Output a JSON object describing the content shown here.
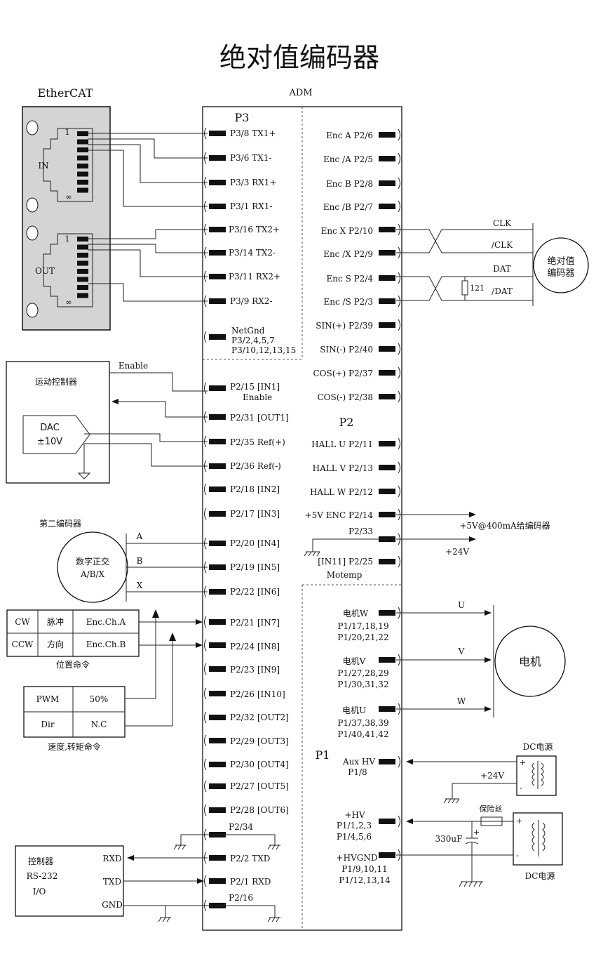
{
  "title": "绝对值编码器",
  "ethercat": {
    "label": "EtherCAT",
    "in": "IN",
    "out": "OUT",
    "pin1": "1",
    "pin8": "∞"
  },
  "adm": "ADM",
  "p3": {
    "header": "P3",
    "pins": [
      "P3/8 TX1+",
      "P3/6 TX1-",
      "P3/3 RX1+",
      "P3/1 RX1-",
      "P3/16 TX2+",
      "P3/14 TX2-",
      "P3/11 RX2+",
      "P3/9 RX2-"
    ],
    "netgnd": [
      "NetGnd",
      "P3/2,4,5,7",
      "P3/10,12,13,15"
    ]
  },
  "left_pins": [
    "P2/15 [IN1]",
    "P2/31 [OUT1]",
    "P2/35 Ref(+)",
    "P2/36 Ref(-)",
    "P2/18 [IN2]",
    "P2/17 [IN3]",
    "P2/20 [IN4]",
    "P2/19 [IN5]",
    "P2/22 [IN6]",
    "P2/21 [IN7]",
    "P2/24 [IN8]",
    "P2/23 [IN9]",
    "P2/26 [IN10]",
    "P2/32 [OUT2]",
    "P2/29 [OUT3]",
    "P2/30 [OUT4]",
    "P2/27 [OUT5]",
    "P2/28 [OUT6]"
  ],
  "enable_sub": "Enable",
  "p2_34": "P2/34",
  "p2_2": "P2/2 TXD",
  "p2_1": "P2/1 RXD",
  "p2_16": "P2/16",
  "right_pins": [
    "Enc A P2/6",
    "Enc /A P2/5",
    "Enc B P2/8",
    "Enc /B P2/7",
    "Enc X P2/10",
    "Enc /X P2/9",
    "Enc S P2/4",
    "Enc /S P2/3",
    "SIN(+) P2/39",
    "SIN(-) P2/40",
    "COS(+) P2/37",
    "COS(-) P2/38"
  ],
  "p2_header": "P2",
  "hall": [
    "HALL U P2/11",
    "HALL V P2/13",
    "HALL W P2/12"
  ],
  "enc5v": "+5V ENC P2/14",
  "enc5v_out": "+5V@400mA给编码器",
  "p2_33": "P2/33",
  "plus24_a": "+24V",
  "in11": "[IN11] P2/25",
  "motemp": "Motemp",
  "motor_pins": [
    {
      "name": "电机W",
      "l1": "P1/17,18,19",
      "l2": "P1/20,21,22",
      "phase": "U"
    },
    {
      "name": "电机V",
      "l1": "P1/27,28,29",
      "l2": "P1/30,31,32",
      "phase": "V"
    },
    {
      "name": "电机U",
      "l1": "P1/37,38,39",
      "l2": "P1/40,41,42",
      "phase": "W"
    }
  ],
  "motor": "电机",
  "p1_header": "P1",
  "auxhv": [
    "Aux HV",
    "P1/8"
  ],
  "hv": [
    "+HV",
    "P1/1,2,3",
    "P1/4,5,6"
  ],
  "hvgnd": [
    "+HVGND",
    "P1/9,10,11",
    "P1/12,13,14"
  ],
  "dc_supply": "DC电源",
  "plus24_b": "+24V",
  "fuse": "保险丝",
  "cap": "330uF",
  "plus_sign": "+",
  "minus_sign": "-",
  "encoder": {
    "l1": "绝对值",
    "l2": "编码器",
    "clk": "CLK",
    "nclk": "/CLK",
    "dat": "DAT",
    "ndat": "/DAT",
    "res": "121"
  },
  "motion": {
    "title": "运动控制器",
    "enable": "Enable",
    "dac1": "DAC",
    "dac2": "±10V"
  },
  "enc2": {
    "title": "第二编码器",
    "l1": "数字正交",
    "l2": "A/B/X",
    "a": "A",
    "b": "B",
    "x": "X"
  },
  "pos_table": {
    "rows": [
      [
        "CW",
        "脉冲",
        "Enc.Ch.A"
      ],
      [
        "CCW",
        "方向",
        "Enc.Ch.B"
      ]
    ],
    "caption": "位置命令"
  },
  "spd_table": {
    "rows": [
      [
        "PWM",
        "50%"
      ],
      [
        "Dir",
        "N.C"
      ]
    ],
    "caption": "速度,转矩命令"
  },
  "rs232": {
    "title": "控制器",
    "l2": "RS-232",
    "l3": "I/O",
    "rxd": "RXD",
    "txd": "TXD",
    "gnd": "GND"
  }
}
